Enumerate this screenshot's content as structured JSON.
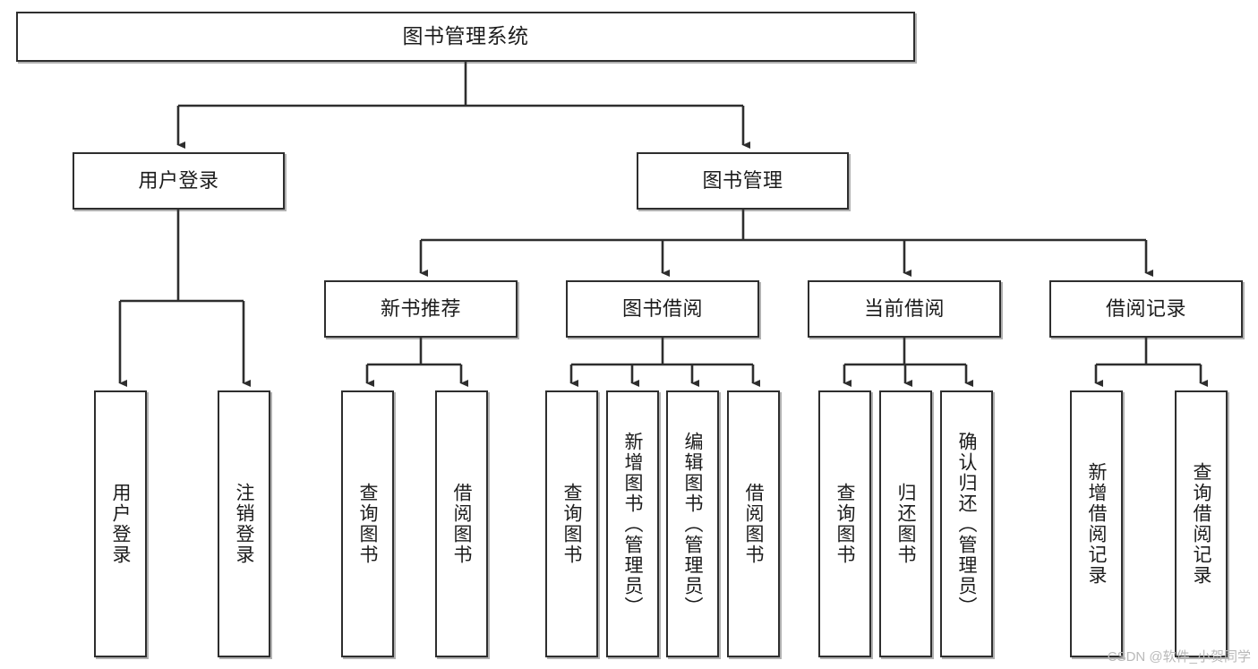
{
  "diagram": {
    "title": "图书管理系统",
    "type": "tree-hierarchy-chart",
    "watermark": "CSDN @软件_小贺同学",
    "colors": {
      "node_border": "#2e2e2e",
      "node_fill": "#ffffff",
      "edge": "#2e2e2e",
      "text": "#1c1c1c",
      "watermark": "#b9b9b9",
      "background": "#ffffff"
    },
    "root": {
      "label": "图书管理系统"
    },
    "level1": [
      {
        "id": "user-login",
        "label": "用户登录"
      },
      {
        "id": "book-management",
        "label": "图书管理"
      }
    ],
    "level2": [
      {
        "id": "new-book-recommend",
        "label": "新书推荐",
        "parent": "book-management"
      },
      {
        "id": "book-borrow",
        "label": "图书借阅",
        "parent": "book-management"
      },
      {
        "id": "current-borrow",
        "label": "当前借阅",
        "parent": "book-management"
      },
      {
        "id": "borrow-record",
        "label": "借阅记录",
        "parent": "book-management"
      }
    ],
    "leaves": [
      {
        "id": "leaf-user-login",
        "label": "用户登录",
        "parent": "user-login"
      },
      {
        "id": "leaf-user-logout",
        "label": "注销登录",
        "parent": "user-login"
      },
      {
        "id": "leaf-query-book-1",
        "label": "查询图书",
        "parent": "new-book-recommend"
      },
      {
        "id": "leaf-borrow-book-1",
        "label": "借阅图书",
        "parent": "new-book-recommend"
      },
      {
        "id": "leaf-query-book-2",
        "label": "查询图书",
        "parent": "book-borrow"
      },
      {
        "id": "leaf-add-book",
        "label": "新增图书（管理员）",
        "parent": "book-borrow"
      },
      {
        "id": "leaf-edit-book",
        "label": "编辑图书（管理员）",
        "parent": "book-borrow"
      },
      {
        "id": "leaf-borrow-book-2",
        "label": "借阅图书",
        "parent": "book-borrow"
      },
      {
        "id": "leaf-query-book-3",
        "label": "查询图书",
        "parent": "current-borrow"
      },
      {
        "id": "leaf-return-book",
        "label": "归还图书",
        "parent": "current-borrow"
      },
      {
        "id": "leaf-confirm-return",
        "label": "确认归还（管理员）",
        "parent": "current-borrow"
      },
      {
        "id": "leaf-add-record",
        "label": "新增借阅记录",
        "parent": "borrow-record"
      },
      {
        "id": "leaf-query-record",
        "label": "查询借阅记录",
        "parent": "borrow-record"
      }
    ]
  }
}
